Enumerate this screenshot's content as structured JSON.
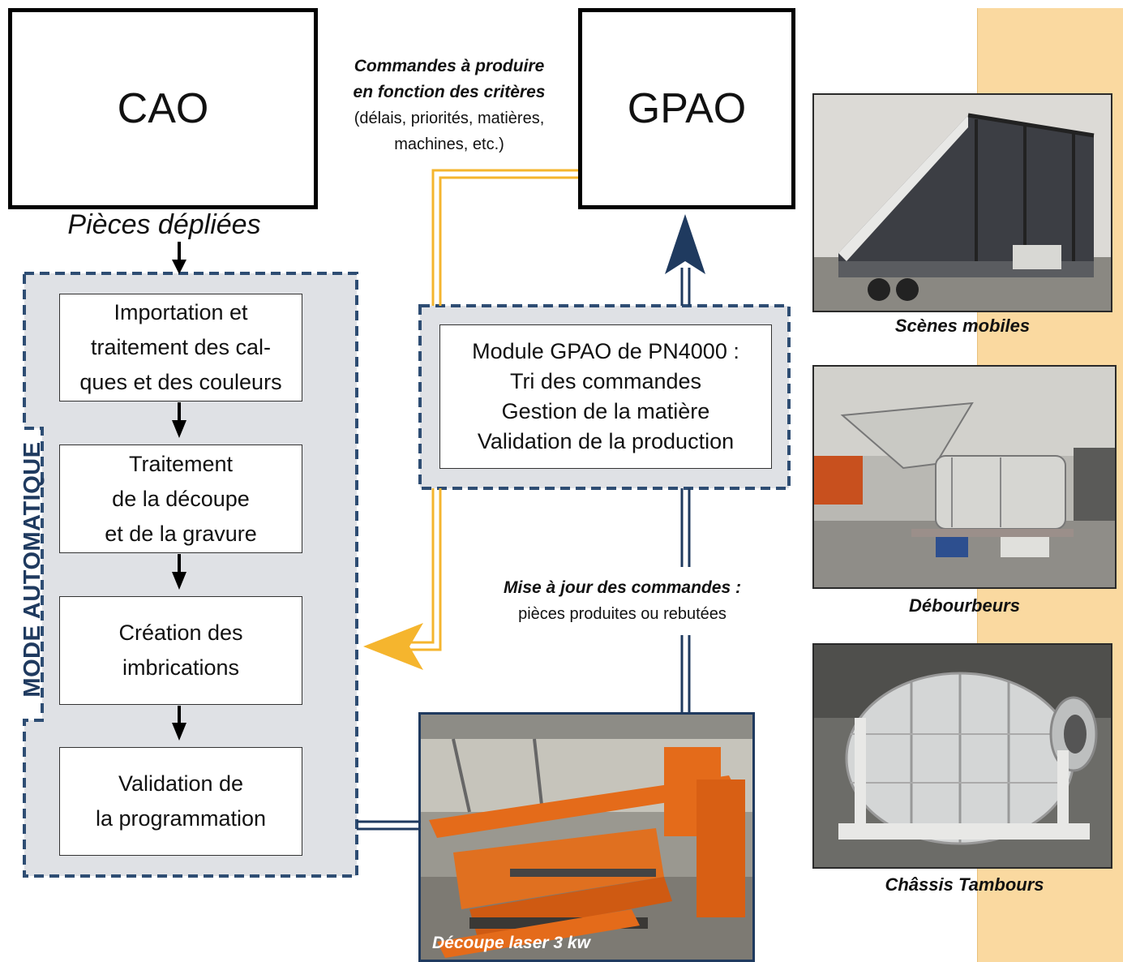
{
  "colors": {
    "navy": "#1f3a5f",
    "dashed_border": "#2e4d73",
    "panel_fill": "#dfe1e5",
    "yellow_arrow": "#f5b52e",
    "side_band": "#fad9a0"
  },
  "cao": {
    "title": "CAO",
    "output_label": "Pièces dépliées"
  },
  "gpao": {
    "title": "GPAO"
  },
  "commands_note": {
    "bold_line1": "Commandes à produire",
    "bold_line2": "en fonction des critères",
    "line3": "(délais, priorités, matières,",
    "line4": "machines, etc.)"
  },
  "auto_mode": {
    "label": "MODE AUTOMATIQUE",
    "steps": [
      {
        "lines": [
          "Importation et",
          "traitement des cal-",
          "ques et des couleurs"
        ]
      },
      {
        "lines": [
          "Traitement",
          "de la découpe",
          "et de la gravure"
        ]
      },
      {
        "lines": [
          "Création des",
          "imbrications"
        ]
      },
      {
        "lines": [
          "Validation de",
          "la programmation"
        ]
      }
    ]
  },
  "gpao_module": {
    "lines": [
      "Module GPAO de PN4000 :",
      "Tri des commandes",
      "Gestion de la matière",
      "Validation de la production"
    ]
  },
  "update_note": {
    "bold_line": "Mise à jour des commandes :",
    "line2": "pièces produites ou rebutées"
  },
  "laser_photo": {
    "caption": "Découpe laser 3 kw"
  },
  "gallery": [
    {
      "caption": "Scènes mobiles"
    },
    {
      "caption": "Débourbeurs"
    },
    {
      "caption": "Châssis Tambours"
    }
  ]
}
